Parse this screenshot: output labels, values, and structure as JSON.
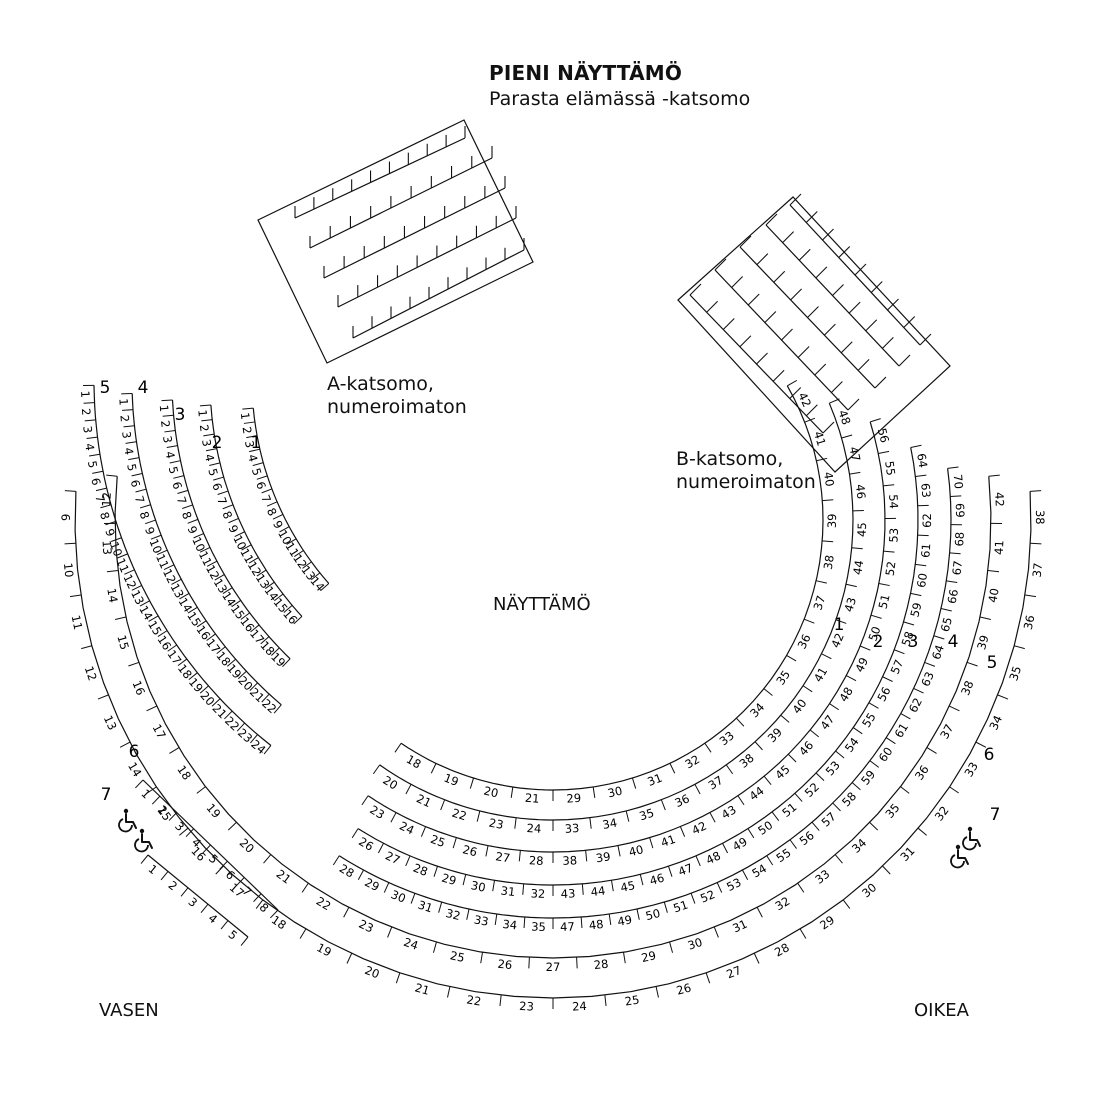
{
  "title": {
    "theatre": "PIENI NÄYTTÄMÖ",
    "show": "Parasta elämässä -katsomo"
  },
  "stand_a": {
    "line1": "A-katsomo,",
    "line2": "numeroimaton"
  },
  "stand_b": {
    "line1": "B-katsomo,",
    "line2": "numeroimaton"
  },
  "stage_label": "NÄYTTÄMÖ",
  "side_left": "VASEN",
  "side_right": "OIKEA",
  "icons": {
    "wheelchair": "wheelchair-icon"
  },
  "left_rows": [
    {
      "row": "1",
      "first": 1,
      "last": 14
    },
    {
      "row": "2",
      "first": 1,
      "last": 16
    },
    {
      "row": "3",
      "first": 1,
      "last": 19
    },
    {
      "row": "4",
      "first": 1,
      "last": 22
    },
    {
      "row": "5",
      "first": 1,
      "last": 24
    },
    {
      "row": "6",
      "first": 1,
      "last": 8
    },
    {
      "row": "7",
      "first": 1,
      "last": 5
    }
  ],
  "right_rows": [
    {
      "row": "1",
      "left_seats": [
        18,
        21
      ],
      "right_seats": [
        29,
        42
      ]
    },
    {
      "row": "2",
      "left_seats": [
        20,
        24
      ],
      "right_seats": [
        33,
        48
      ]
    },
    {
      "row": "3",
      "left_seats": [
        23,
        28
      ],
      "right_seats": [
        38,
        56
      ]
    },
    {
      "row": "4",
      "left_seats": [
        26,
        32
      ],
      "right_seats": [
        43,
        64
      ]
    },
    {
      "row": "5",
      "left_seats": [
        28,
        35
      ],
      "right_seats": [
        47,
        70
      ]
    },
    {
      "row": "6",
      "seats": [
        12,
        42
      ]
    },
    {
      "row": "7",
      "seats": [
        9,
        38
      ]
    }
  ]
}
